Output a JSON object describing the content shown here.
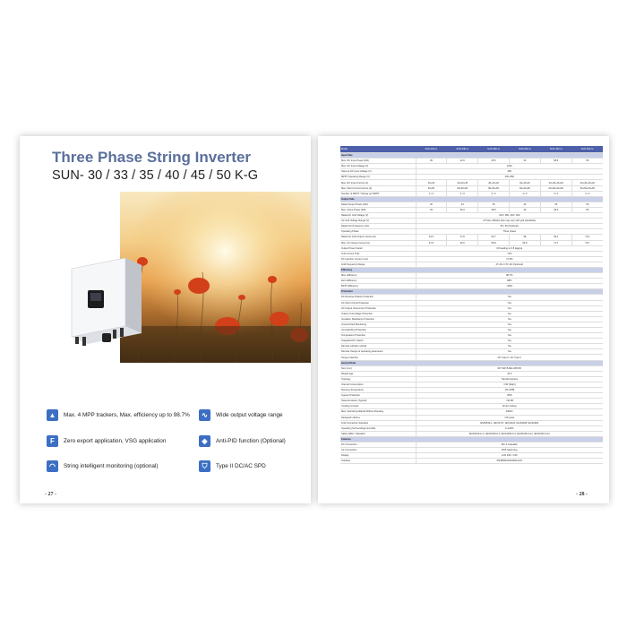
{
  "left": {
    "title": "Three Phase String Inverter",
    "subtitle": "SUN- 30 / 33 / 35 / 40  / 45 / 50 K-G",
    "page_number": "- 27 -",
    "features": [
      {
        "icon": "chart-icon",
        "text": "Max. 4 MPP trackers, Max. efficiency up to 98.7%"
      },
      {
        "icon": "sine-wave-icon",
        "text": "Wide output voltage range"
      },
      {
        "icon": "f-letter-icon",
        "text": "Zero export application, VSG application"
      },
      {
        "icon": "anti-pid-icon",
        "text": "Anti-PID function (Optional)"
      },
      {
        "icon": "monitor-icon",
        "text": "String intelligent monitoring (optional)"
      },
      {
        "icon": "shield-icon",
        "text": "Type II DC/AC SPD"
      }
    ]
  },
  "right": {
    "page_number": "- 28 -",
    "table": {
      "header": [
        "Model",
        "SUN-30K-G",
        "SUN-33K-G",
        "SUN-35K-G",
        "SUN-40K-G",
        "SUN-45K-G",
        "SUN-50K-G"
      ],
      "rows": [
        {
          "section": "Input Side"
        },
        {
          "label": "Max. DC Input Power (kW)",
          "cells": [
            "39",
            "42.9",
            "45.5",
            "52",
            "58.5",
            "65"
          ]
        },
        {
          "label": "Max. DC Input Voltage (V)",
          "span": "1000"
        },
        {
          "label": "Start-up DC Input Voltage (V)",
          "span": "250"
        },
        {
          "label": "MPPT Operating Range (V)",
          "span": "200~850"
        },
        {
          "label": "Max. DC Input Current (A)",
          "cells": [
            "40+40",
            "40+40+40",
            "40+40+40",
            "40+40+40",
            "40+40+40+40",
            "40+40+40+40"
          ]
        },
        {
          "label": "Max. Short Circuit Current (A)",
          "cells": [
            "60+60",
            "60+60+60",
            "60+60+60",
            "60+60+60",
            "60+60+60+60",
            "60+60+60+60"
          ]
        },
        {
          "label": "Number of MPPT / Strings per MPPT",
          "cells": [
            "2 / 3",
            "3 / 3",
            "3 / 3",
            "3 / 3",
            "4 / 3",
            "4 / 3"
          ]
        },
        {
          "section": "Output Side"
        },
        {
          "label": "Rated Output Power (kW)",
          "cells": [
            "30",
            "33",
            "35",
            "40",
            "45",
            "50"
          ]
        },
        {
          "label": "Max. Active Power (kW)",
          "cells": [
            "33",
            "36.3",
            "38.5",
            "44",
            "49.5",
            "55"
          ]
        },
        {
          "label": "Rated AC Grid Voltage (V)",
          "span": "220 / 380, 230 / 400"
        },
        {
          "label": "AC Grid Voltage Range (V)",
          "span": "277Vac~460Vac (this may vary with grid standards)"
        },
        {
          "label": "Rated Grid Frequency (Hz)",
          "span": "50 / 60 (Optional)"
        },
        {
          "label": "Operating Phase",
          "span": "Three phase"
        },
        {
          "label": "Rated AC Grid Output Current (A)",
          "cells": [
            "43.5",
            "47.8",
            "50.7",
            "58",
            "65.2",
            "72.4"
          ]
        },
        {
          "label": "Max. AC Output Current (A)",
          "cells": [
            "47.8",
            "52.6",
            "55.8",
            "63.8",
            "71.7",
            "79.7"
          ]
        },
        {
          "label": "Output Power Factor",
          "span": "0.8 leading to 0.8 lagging"
        },
        {
          "label": "Grid Current THD",
          "span": "<3%"
        },
        {
          "label": "DC Injection Current (mA)",
          "span": "<0.5%"
        },
        {
          "label": "Grid Frequency Range",
          "span": "47~52 or 57~62 (Optional)"
        },
        {
          "section": "Efficiency"
        },
        {
          "label": "Max. Efficiency",
          "span": "98.7%"
        },
        {
          "label": "Euro Efficiency",
          "span": "98%"
        },
        {
          "label": "MPPT Efficiency",
          "span": ">99%"
        },
        {
          "section": "Protection"
        },
        {
          "label": "DC Reverse-Polarity Protection",
          "span": "Yes"
        },
        {
          "label": "AC Short Circuit Protection",
          "span": "Yes"
        },
        {
          "label": "AC Output Overcurrent Protection",
          "span": "Yes"
        },
        {
          "label": "Output Overvoltage Protection",
          "span": "Yes"
        },
        {
          "label": "Insulation Resistance Protection",
          "span": "Yes"
        },
        {
          "label": "Ground Fault Monitoring",
          "span": "Yes"
        },
        {
          "label": "Anti-islanding Protection",
          "span": "Yes"
        },
        {
          "label": "Temperature Protection",
          "span": "Yes"
        },
        {
          "label": "Integrated DC Switch",
          "span": "Yes"
        },
        {
          "label": "Remote software upload",
          "span": "Yes"
        },
        {
          "label": "Remote change of operating parameters",
          "span": "Yes"
        },
        {
          "label": "Surge protection",
          "span": "DC Type II / AC Type II"
        },
        {
          "section": "General Data"
        },
        {
          "label": "Size (mm)",
          "span": "647.5W×519H×265.5D"
        },
        {
          "label": "Weight (kg)",
          "span": "44.5"
        },
        {
          "label": "Topology",
          "span": "Transformerless"
        },
        {
          "label": "Internal Consumption",
          "span": "<1W (Night)"
        },
        {
          "label": "Running Temperature",
          "span": "-25~60℃"
        },
        {
          "label": "Ingress Protection",
          "span": "IP65"
        },
        {
          "label": "Noise Emission (Typical)",
          "span": "<45 dB"
        },
        {
          "label": "Cooling Concept",
          "span": "Smart cooling"
        },
        {
          "label": "Max. Operating Altitude Without Derating",
          "span": "2000m"
        },
        {
          "label": "Designed Lifetime",
          "span": ">25 years"
        },
        {
          "label": "Grid Connection Standard",
          "span": "EN50549-1, IEC61727, IEC61116, IEC60068, IEC61683"
        },
        {
          "label": "Operating Surroundings Humidity",
          "span": "0~100%"
        },
        {
          "label": "Safety EMC / Standard",
          "span": "IEC62109-1/-2, IEC61000-6-1, IEC61000-6-3, IEC61000-3-11, IEC61000-3-12"
        },
        {
          "section": "Features"
        },
        {
          "label": "DC Connection",
          "span": "MC-4 mateable"
        },
        {
          "label": "AC Connection",
          "span": "IP65 rated plug"
        },
        {
          "label": "Display",
          "span": "LCD 240 × 160"
        },
        {
          "label": "Interface",
          "span": "RS485/RS232/WiFi/LAN"
        }
      ]
    }
  }
}
